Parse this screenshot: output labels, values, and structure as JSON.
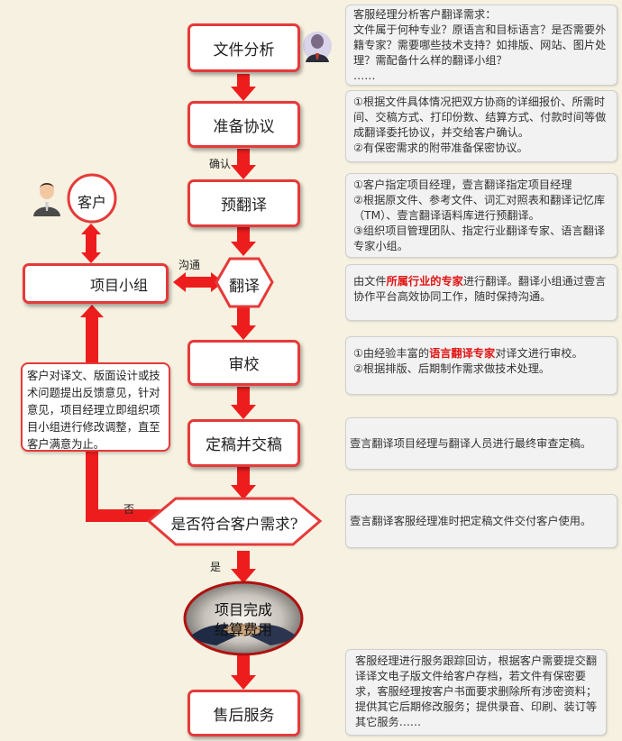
{
  "steps": {
    "analysis": "文件分析",
    "agreement": "准备协议",
    "pretranslate": "预翻译",
    "translate": "翻译",
    "review": "审校",
    "finalize": "定稿并交稿",
    "check": "是否符合客户需求?",
    "complete_line1": "项目完成",
    "complete_line2": "结算费用",
    "aftersales": "售后服务"
  },
  "side": {
    "customer": "客户",
    "project_team": "项目小组",
    "feedback": "客户对译文、版面设计或技术问题提出反馈意见，针对意见，项目经理立即组织项目小组进行修改调整，直至客户满意为止。"
  },
  "labels": {
    "confirm": "确认",
    "communicate": "沟通",
    "no": "否",
    "yes": "是"
  },
  "notes": {
    "analysis": "客服经理分析客户翻译需求：\n文件属于何种专业？原语言和目标语言？是否需要外籍专家？需要哪些技术支持？如排版、网站、图片处理？需配备什么样的翻译小组？\n……",
    "agreement": "①根据文件具体情况把双方协商的详细报价、所需时间、交稿方式、打印份数、结算方式、付款时间等做成翻译委托协议，并交给客户确认。\n②有保密需求的附带准备保密协议。",
    "pretranslate": "①客户指定项目经理，壹言翻译指定项目经理\n②根据原文件、参考文件、词汇对照表和翻译记忆库（TM）、壹言翻译语料库进行预翻译。\n③组织项目管理团队、指定行业翻译专家、语言翻译专家小组。",
    "translate_pre": "由文件",
    "translate_hl": "所属行业的专家",
    "translate_post": "进行翻译。翻译小组通过壹言协作平台高效协同工作，随时保持沟通。",
    "review_pre": "①由经验丰富的",
    "review_hl": "语言翻译专家",
    "review_post": "对译文进行审校。",
    "review_line2": "②根据排版、后期制作需求做技术处理。",
    "finalize": "壹言翻译项目经理与翻译人员进行最终审查定稿。",
    "check": "壹言翻译客服经理准时把定稿文件交付客户使用。",
    "aftersales": "客服经理进行服务跟踪回访，根据客户需要提交翻译译文电子版文件给客户存档，若文件有保密要求，客服经理按客户书面要求删除所有涉密资料；提供其它后期修改服务；提供录音、印刷、装订等其它服务……"
  },
  "colors": {
    "accent": "#e53a3a",
    "arrow": "#ee1d1d",
    "background": "#f6f1e0",
    "note_bg": "#f2f2f2"
  },
  "icons": [
    "manager-avatar-icon",
    "customer-avatar-icon",
    "team-people-icon",
    "handshake-image"
  ]
}
